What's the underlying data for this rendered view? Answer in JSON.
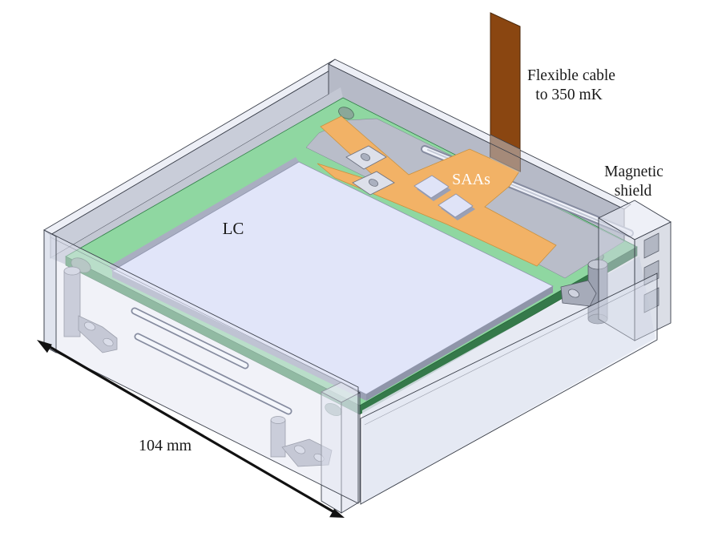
{
  "figure": {
    "kind": "cad-assembly-annotation",
    "labels": {
      "flexible_cable_line1": "Flexible cable",
      "flexible_cable_line2": "to 350 mK",
      "magnetic_shield_line1": "Magnetic",
      "magnetic_shield_line2": "shield",
      "saas": "SAAs",
      "lc": "LC",
      "dimension": "104 mm"
    },
    "colors": {
      "shield_glass": "#e3e6f1",
      "shield_inner_gray": "#b6bac7",
      "pcb_green": "#8fd7a1",
      "pcb_green_edge": "#3e8f55",
      "lc_chip": "#e1e5f9",
      "flex_orange": "#f2b266",
      "cable_brown": "#8a4611",
      "metal_gray": "#a6abb9",
      "outline": "#3a3f4a",
      "text": "#1a1a1a",
      "saas_text": "#ffffff"
    }
  }
}
